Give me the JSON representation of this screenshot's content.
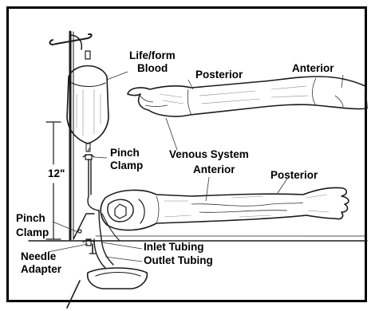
{
  "labels": {
    "blood_bag": "Life/form Blood",
    "blood_bag_line1": "Life/form",
    "blood_bag_line2": "Blood",
    "posterior_top": "Posterior",
    "anterior_top": "Anterior",
    "pinch_clamp_upper_line1": "Pinch",
    "pinch_clamp_upper_line2": "Clamp",
    "venous_system": "Venous System",
    "anterior_lower": "Anterior",
    "posterior_lower": "Posterior",
    "height_12": "12\"",
    "pinch_clamp_lower_line1": "Pinch",
    "pinch_clamp_lower_line2": "Clamp",
    "needle_adapter_line1": "Needle",
    "needle_adapter_line2": "Adapter",
    "inlet_tubing": "Inlet Tubing",
    "outlet_tubing": "Outlet Tubing"
  },
  "colors": {
    "ink": "#1a1a1a",
    "background": "#ffffff",
    "border": "#000000"
  }
}
